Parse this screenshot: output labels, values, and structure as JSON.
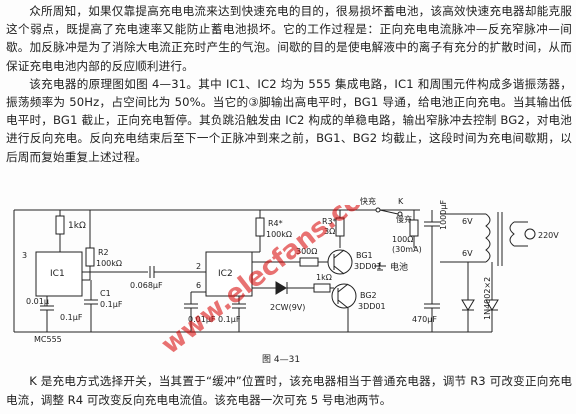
{
  "intro": {
    "p1": "众所周知，如果仅靠提高充电电流来达到快速充电的目的，很易损坏蓄电池，该高效快速充电器却能克服这个弱点，既提高了充电速率又能防止蓄电池损坏。它的工作过程是：正向充电电流脉冲—反充窄脉冲—间歇。加反脉冲是为了消除大电流正充时产生的气泡。间歇的目的是使电解液中的离子有充分的扩散时间，从而保证充电电池内部的反应顺利进行。",
    "p2": "该充电器的原理图如图 4—31。其中 IC1、IC2 均为 555 集成电路，IC1 和周围元件构成多谐振荡器，振荡频率为 50Hz，占空间比为 50%。当它的③脚输出高电平时，BG1 导通，给电池正向充电。当其输出低电平时，BG1 截止，正向充电暂停。其负跳沿触发由 IC2 构成的单稳电路，输出窄脉冲去控制 BG2，对电池进行反向充电。反向充电结束后至下一个正脉冲到来之前，BG1、BG2 均截止，这段时间为充电间歇期，以后周而复始重复上述过程。"
  },
  "figure": {
    "caption": "图 4—31",
    "labels": {
      "r_1k": "1kΩ",
      "r2": "R2",
      "r2_val": "100kΩ",
      "ic1": "IC1",
      "ic2": "IC2",
      "mc555": "MC555",
      "c1": "C1",
      "c1_val": "0.1μF",
      "c_01": "0.01μ",
      "c_0068": "0.068μF",
      "c_01b": "0.01μF",
      "c_01c": "0.1μF",
      "c_01d": "0.1μF",
      "r4": "R4*",
      "r4_val": "100kΩ",
      "r3": "R3*",
      "r3_val": "3Ω",
      "r_300": "300Ω",
      "r_1k_b": "1kΩ",
      "r_100": "100Ω",
      "r_100_sub": "(30mA)",
      "bg1": "BG1",
      "bg1_type": "3DD01",
      "bg2": "BG2",
      "bg2_type": "3DD01",
      "zener": "2CW(9V)",
      "fast": "快充",
      "k": "K",
      "slow": "慢充",
      "battery": "电池",
      "cap_big": "1000μF",
      "cap_470": "470μF",
      "v6a": "6V",
      "v6b": "6V",
      "mains": "220V",
      "diodes": "1N4002×2",
      "pin3": "3",
      "pin2": "2",
      "pin6": "6"
    }
  },
  "note": {
    "p": "K 是充电方式选择开关，当其置于“缓冲”位置时，该充电器相当于普通充电器，调节 R3 可改变正向充电电流，调整 R4 可改变反向充电电流值。该充电器一次可充 5 号电池两节。"
  },
  "watermark": {
    "text": "www.elecfans.com"
  },
  "colors": {
    "ink": "#222222",
    "watermark": "#d70000",
    "paper": "#fdfdfd"
  }
}
